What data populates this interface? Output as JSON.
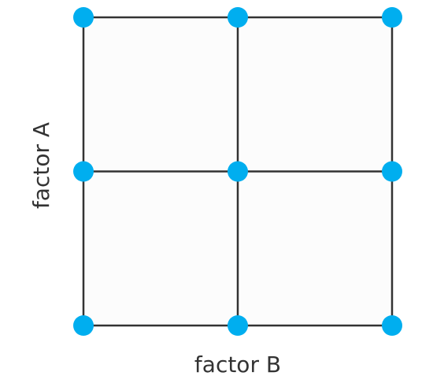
{
  "diagram": {
    "type": "factorial-design-grid",
    "levels_factor_a": 3,
    "levels_factor_b": 3,
    "x_axis_label": "factor B",
    "y_axis_label": "factor A",
    "colors": {
      "grid_line": "#333333",
      "grid_fill": "#fcfcfc",
      "point": "#00aeef",
      "label": "#333333"
    }
  }
}
